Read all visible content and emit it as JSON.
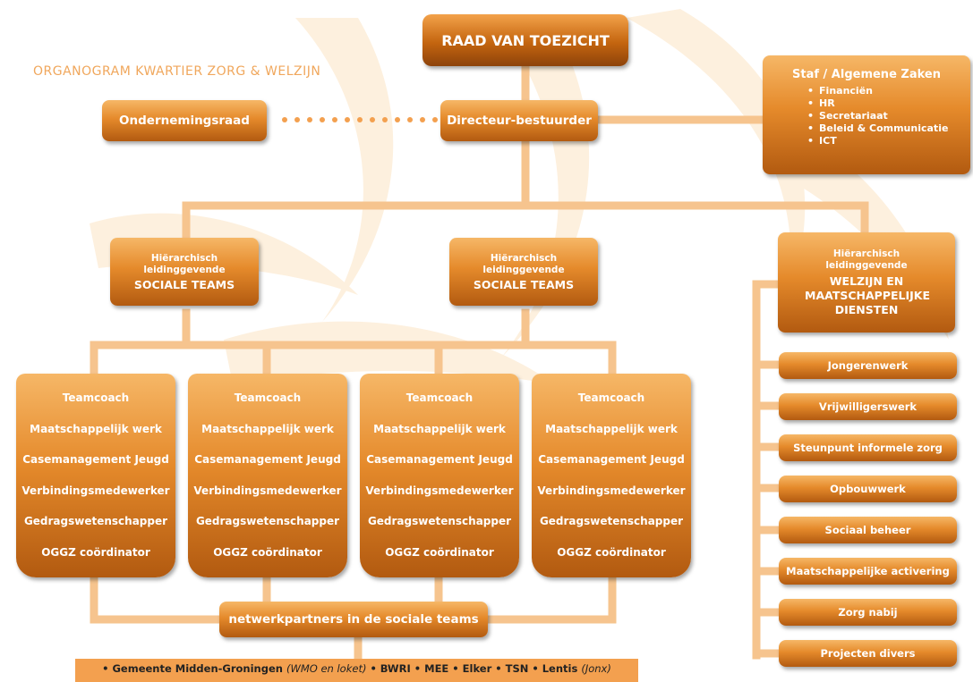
{
  "title": "ORGANOGRAM KWARTIER ZORG & WELZIJN",
  "top": "RAAD VAN TOEZICHT",
  "directeur": "Directeur-bestuurder",
  "ondernemingsraad": "Ondernemingsraad",
  "staff": {
    "title": "Staf / Algemene Zaken",
    "items": [
      "Financiën",
      "HR",
      "Secretariaat",
      "Beleid & Communicatie",
      "ICT"
    ]
  },
  "managers": [
    {
      "line1": "Hiërarchisch",
      "line2": "leidinggevende",
      "name": "SOCIALE TEAMS"
    },
    {
      "line1": "Hiërarchisch",
      "line2": "leidinggevende",
      "name": "SOCIALE TEAMS"
    },
    {
      "line1": "Hiërarchisch",
      "line2": "leidinggevende",
      "name": "WELZIJN EN MAATSCHAPPELIJKE DIENSTEN"
    }
  ],
  "team_roles": [
    "Teamcoach",
    "Maatschappelijk werk",
    "Casemanagement Jeugd",
    "Verbindingsmedewerker",
    "Gedragswetenschapper",
    "OGGZ coördinator"
  ],
  "services": [
    "Jongerenwerk",
    "Vrijwilligerswerk",
    "Steunpunt informele zorg",
    "Opbouwwerk",
    "Sociaal beheer",
    "Maatschappelijke activering",
    "Zorg nabij",
    "Projecten divers"
  ],
  "netwerk": "netwerkpartners in de sociale teams",
  "partners": {
    "p1": "Gemeente Midden-Groningen",
    "p1_note": "(WMO en loket)",
    "p2": "BWRI",
    "p3": "MEE",
    "p4": "Elker",
    "p5": "TSN",
    "p6": "Lentis",
    "p6_note": "(Jonx)"
  },
  "colors": {
    "orange": "#e58a2b",
    "dark_orange": "#b25a10",
    "connector": "#f6c48e",
    "watermark": "#fbe7cc",
    "title": "#f0a75c"
  }
}
